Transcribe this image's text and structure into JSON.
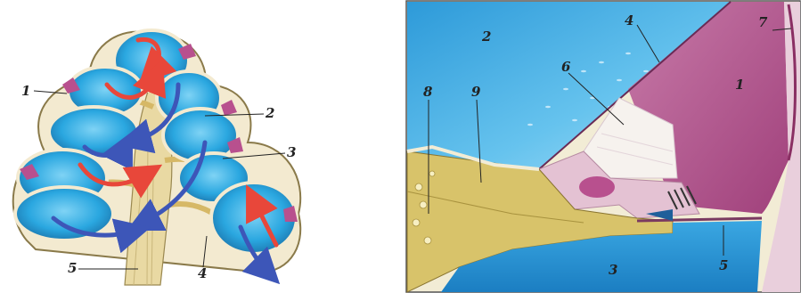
{
  "left_figure": {
    "labels": {
      "l1": "1",
      "l2": "2",
      "l3": "3",
      "l4": "4",
      "l5": "5"
    }
  },
  "right_figure": {
    "labels": {
      "r1": "1",
      "r2": "2",
      "r3": "3",
      "r4": "4",
      "r5": "5",
      "r6": "6",
      "r7": "7",
      "r8": "8",
      "r9": "9"
    }
  },
  "colors": {
    "perilymph_blue": "#2aa7e0",
    "endolymph_magenta": "#b8508e",
    "bone_cream": "#efe6bf",
    "bone_yellow": "#d8c36a",
    "arrow_red": "#e8473a",
    "arrow_blue": "#3d56b8"
  }
}
